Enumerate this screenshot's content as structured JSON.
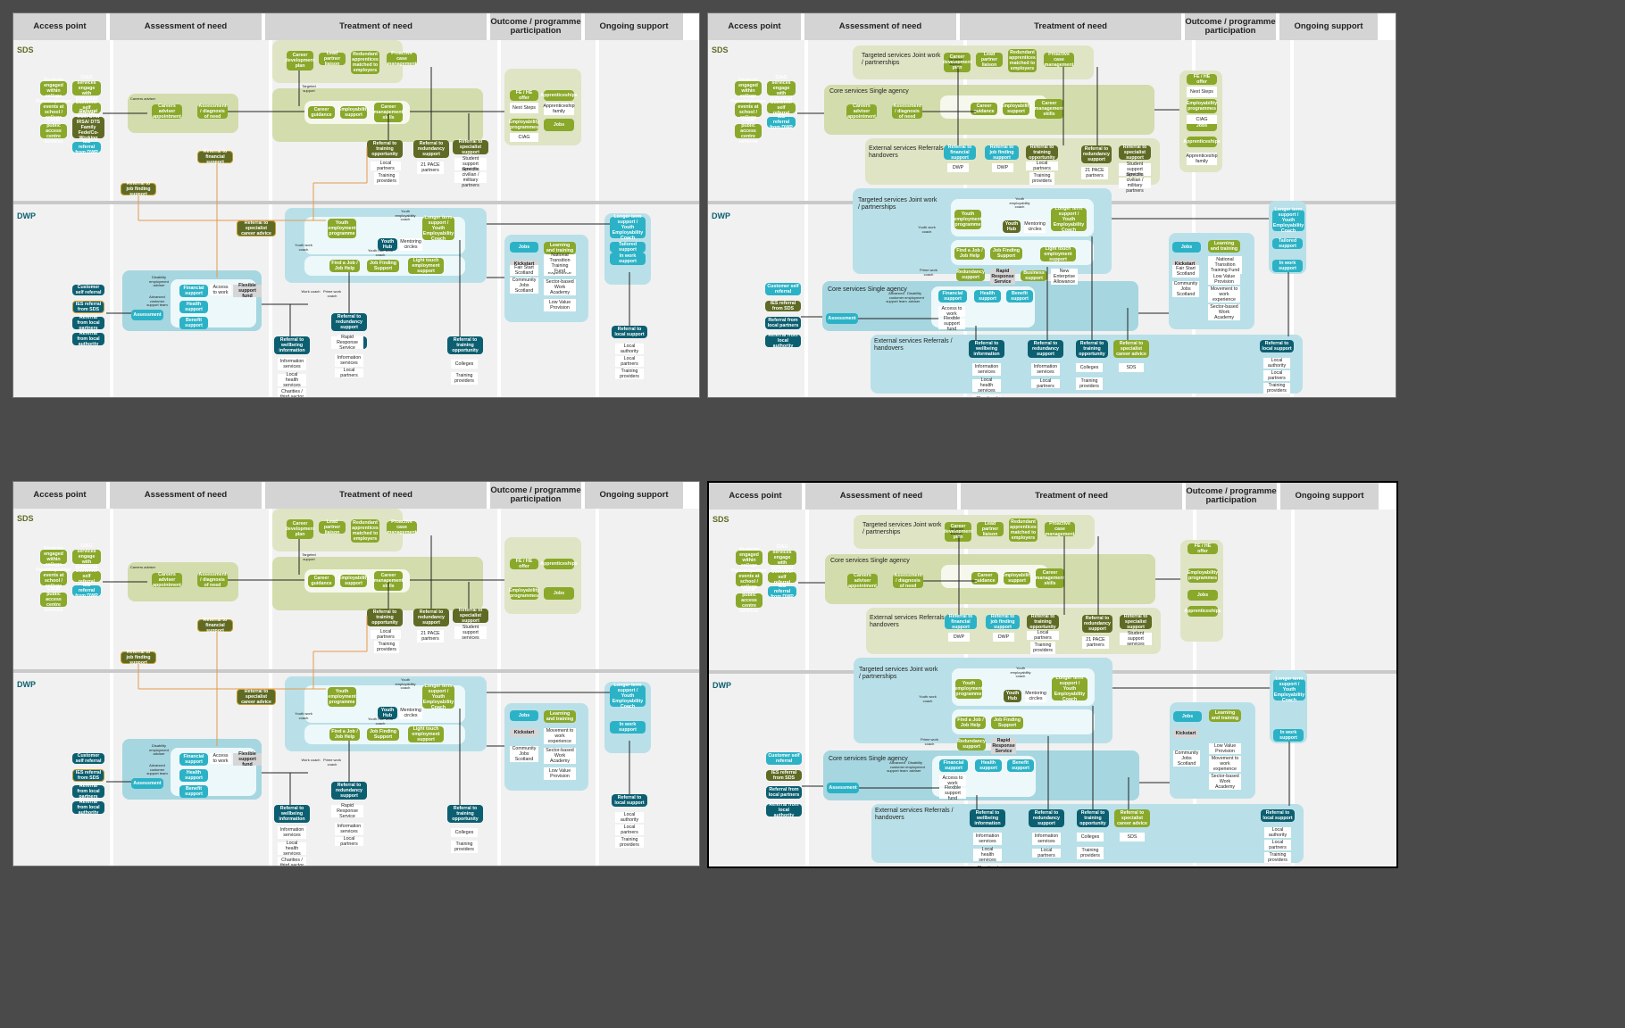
{
  "headers": [
    "Access point",
    "Assessment of need",
    "Treatment of need",
    "Outcome / programme participation",
    "Ongoing support"
  ],
  "lanes": {
    "sds": "SDS",
    "dwp": "DWP"
  },
  "regions": {
    "targeted_sds": "Targeted services Joint work / partnerships",
    "core_sds": "Core services Single agency",
    "external_sds": "External services Referrals / handovers",
    "targeted_dwp": "Targeted services Joint work / partnerships",
    "core_dwp": "Core services Single agency",
    "external_dwp": "External services Referrals / handovers"
  },
  "labels": {
    "careers_adviser": "Careers adviser",
    "targeted_support": "Targeted support",
    "youth_employability_coach": "Youth employability coach",
    "youth_hub_work_coach": "Youth Hub work coach",
    "youth_work_coach": "Youth work coach",
    "work_coach": "Work coach",
    "prime_work_coach": "Prime work coach",
    "advanced_customer_support": "Advanced customer support team",
    "disability_employment_adviser": "Disability employment adviser"
  },
  "nodes": {
    "students_college": "Students engaged within college",
    "ciag_services": "CIAG services engage with individual",
    "parents_events": "Parents/partner events at school / college",
    "customer_self_sds": "Customer self referral",
    "referral_ctw": "Referral from CTW IRSA/ DTS Family Fede/Co-Working Hubs",
    "local_public": "Local public access centre services",
    "ies_from_dwp": "IES referral from DWP",
    "careers_adviser_appt": "Careers adviser appointment",
    "assessment_diagnosis": "Assessment / diagnosis of need",
    "career_dev_plan": "Career development plan",
    "lead_partner": "Lead partner liaison",
    "redundant_apprentices": "Redundant apprentices matched to employers",
    "proactive_case": "Proactive case management",
    "career_guidance": "Career guidance",
    "employability_support": "Employability support",
    "career_mgmt_skills": "Career management skills",
    "ref_job_finding": "Referral to job finding support",
    "ref_financial_sds": "Referral to financial support",
    "ref_training_sds": "Referral to training opportunity",
    "ref_redundancy_sds": "Referral to redundancy support",
    "ref_specialist_sds": "Referral to specialist support",
    "dwp_txt": "DWP",
    "local_partners_sds": "Local partners",
    "training_providers_sds": "Training providers",
    "pace_partners": "21 PACE partners",
    "student_support": "Student support services",
    "civilian_military": "Specific civilian / military partners",
    "fe_he": "FE / HE offer",
    "next_steps": "Next Steps",
    "employability_prog": "Employability programmes",
    "ciag": "CIAG",
    "jobs_sds": "Jobs",
    "apprenticeships": "Apprenticeships",
    "apprenticeship_family": "Apprenticeship family",
    "youth_emp_prog": "Youth employment programme",
    "youth_hub": "Youth Hub",
    "mentoring": "Mentoring circles",
    "longer_term": "Longer term support / Youth Employability Coach",
    "find_job": "Find a Job / Job Help",
    "job_finding_support": "Job Finding Support",
    "light_touch": "Light touch employment support",
    "redundancy_support_dwp": "Redundancy support",
    "rapid_response": "Rapid Response Service",
    "business_support": "Business support",
    "new_enterprise": "New Enterprise Allowance",
    "cust_self_dwp": "Customer self referral",
    "ies_from_sds": "IES referral from SDS",
    "ref_local_partners": "Referral from local partners",
    "ref_local_authority": "Referral from local authority",
    "assessment_dwp": "Assessment",
    "financial_support": "Financial support",
    "health_support": "Health support",
    "benefit_support": "Benefit support",
    "access_to_work": "Access to work",
    "flexible_fund": "Flexible support fund",
    "ref_wellbeing": "Referral to wellbeing information",
    "ref_redundancy_dwp": "Referral to redundancy support",
    "ref_training_dwp": "Referral to training opportunity",
    "ref_careers_advice": "Referral to specialist career advice",
    "info_services": "Information services",
    "local_health": "Local health services",
    "charities": "Charities / third sector",
    "info_services2": "Information services",
    "local_partners_dwp": "Local partners",
    "colleges": "Colleges",
    "training_providers_dwp": "Training providers",
    "sds_txt": "SDS",
    "jobs_dwp": "Jobs",
    "learning_training": "Learning and training",
    "kickstart": "Kickstart",
    "fair_start": "Fair Start Scotland",
    "community_jobs": "Community Jobs Scotland",
    "national_transition": "National Transition Training Fund",
    "movement_into_work": "Movement to work experience",
    "sector_based": "Sector-based Work Academy",
    "low_value": "Low Value Provision",
    "longer_term_ongoing": "Longer term support / Youth Employability Coach",
    "tailored_support": "Tailored support",
    "in_work_support": "In work support",
    "ref_local_support": "Referral to local support",
    "local_authority": "Local authority",
    "local_partners_on": "Local partners",
    "training_providers_on": "Training providers"
  }
}
